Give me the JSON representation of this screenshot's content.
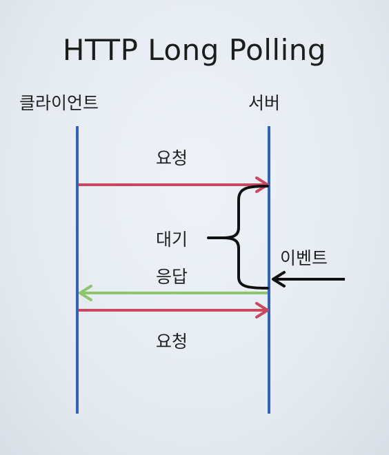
{
  "title": "HTTP Long Polling",
  "lanes": {
    "client": "클라이언트",
    "server": "서버"
  },
  "messages": {
    "request_1": "요청",
    "wait": "대기",
    "response": "응답",
    "event": "이벤트",
    "request_2": "요청"
  },
  "colors": {
    "lifeline": "#3461b8",
    "request_arrow": "#c9475f",
    "response_arrow": "#8cc56c",
    "bracket": "#111111",
    "event_arrow": "#111111",
    "text": "#1f1f1f"
  }
}
